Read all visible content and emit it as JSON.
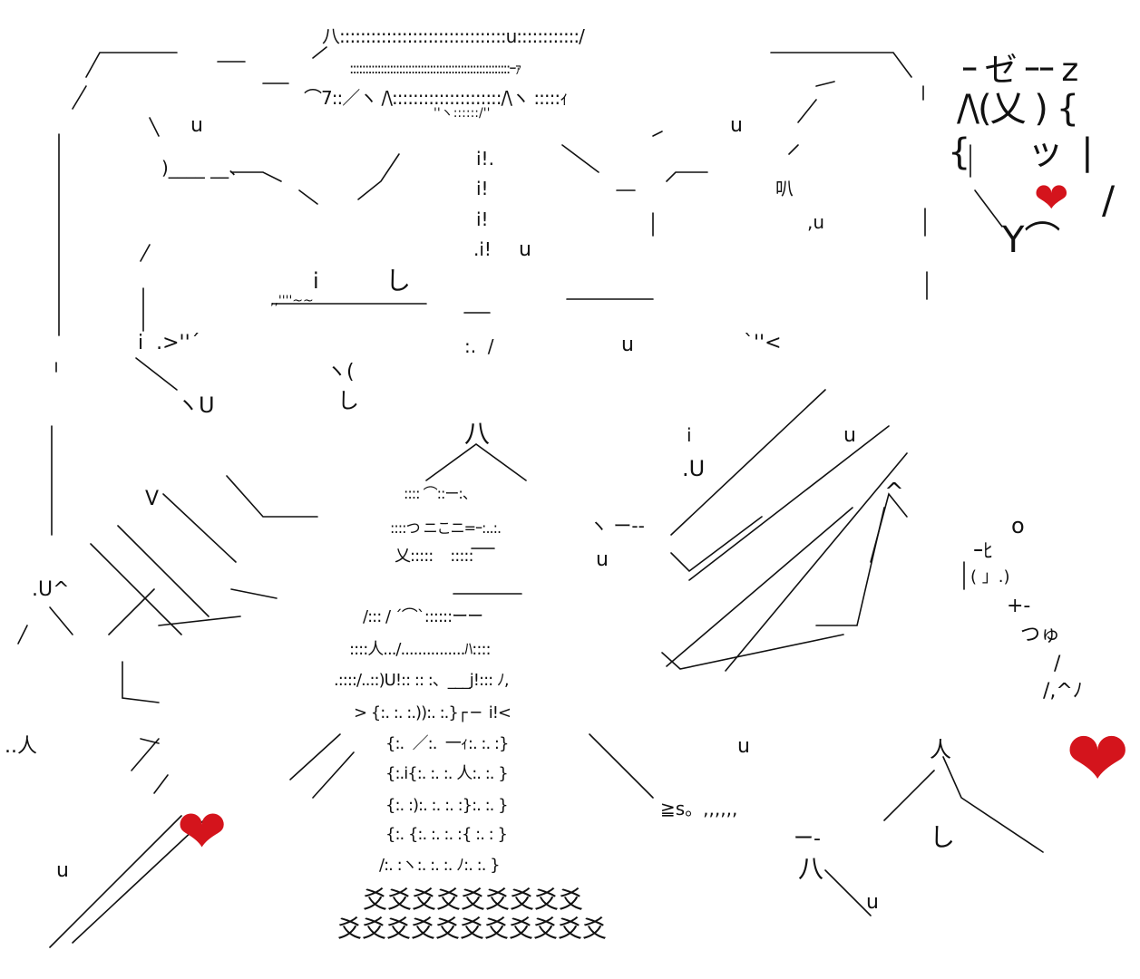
{
  "art": {
    "crown_top": "八::::::::::::::::::::::::::::::::u::::::::::::/",
    "crown_mid": "::::::::::::::::::::::::::::::::::::::::::::::::::::ｰｧ",
    "crown_low": "⌒7::／ヽ /\\:::::::::::::::::::::/\\ヽ :::::ｨ",
    "crown_base": "''ヽ::::::/''",
    "brow_left": ")____ __、",
    "eye_marks": [
      "i!.",
      "i!",
      "i!",
      ".i!"
    ],
    "nose": "u",
    "mouth_left": ",,''''~~",
    "mouth_i": "i",
    "mouth_shi": "し",
    "cheek_left": "i  .>''´",
    "cheek_right": "`''<",
    "chin_mid": ":.  /",
    "chin_mark": "ヽ(",
    "chin_shi": "し",
    "left_u": "ヽU",
    "center_eight": "八",
    "right_u": ".U",
    "right_i": "i",
    "figure_face_1": ":::: ⌒::ー:、",
    "figure_face_2": "::::つ ニこニ=ｰ:..:.",
    "figure_face_3": "乂:::::    :::::",
    "figure_neck": "_____",
    "figure_head": "/::: / ´⌒`::::::ーー",
    "figure_body_1": "::::人.../...............ﾊ::::",
    "figure_body_2": ".::::/..::)U!:: :: :、___j!::: ﾉ,",
    "figure_body_3": "> {:. :. :.)):. :.}┌ ─  i!<",
    "figure_body_4": "{:.  ／:.  一ｨ:. :. :}",
    "figure_body_5": "{:.i{:. :. :. 人:. :. }",
    "figure_body_6": "{:. :):. :. :. :}:. :. }",
    "figure_body_7": "{:. {:. :. :. :{ :. : }",
    "figure_body_8": "/:. :ヽ:. :. :. ﾉ:. :. }",
    "figure_skirt_1": "爻爻爻爻爻爻爻爻爻",
    "figure_skirt_2": "爻爻爻爻爻爻爻爻爻爻爻",
    "figure_tail": "≧s。,,,,,,",
    "right_hand": "ヽ ー--",
    "left_misc": "V",
    "left_u_small": "u",
    "right_u_small": "u",
    "right_eight": "八",
    "right_shi": "し",
    "right_top_bar": "ー-",
    "right_caret": "^",
    "right_ri": "ﾉ",
    "right_person": "人",
    "bottom_left_u": "u",
    "mid_u": "u",
    "lower_u": "u",
    "right_u_1": "u",
    "right_u_2": "u",
    "u_top_left": "u",
    "u_top_right": "u",
    "u_mid": "u",
    "left_person": ".U^",
    "left_person_2": "..人",
    "kuchi": "叭",
    "side_u": ",u",
    "side_ri": ",",
    "face_corner_1": "ｰ ゼ ｰｰ z",
    "face_corner_2": "/\\(乂 ) {",
    "face_corner_3": "{      ッ  |",
    "face_corner_4": "Y⌒",
    "face_corner_slash": "/",
    "small_figure_0": "o",
    "small_figure_1": "ｰﾋ",
    "small_figure_2": "( 」.)",
    "small_figure_3": "+-",
    "small_figure_4": "つゅ",
    "small_figure_5": "/",
    "small_figure_6": "/,^ﾉ"
  },
  "colors": {
    "ink": "#111111",
    "heart": "#d4141c",
    "background": "#ffffff"
  },
  "icons": [
    "heart-icon",
    "heart-icon",
    "heart-icon"
  ]
}
